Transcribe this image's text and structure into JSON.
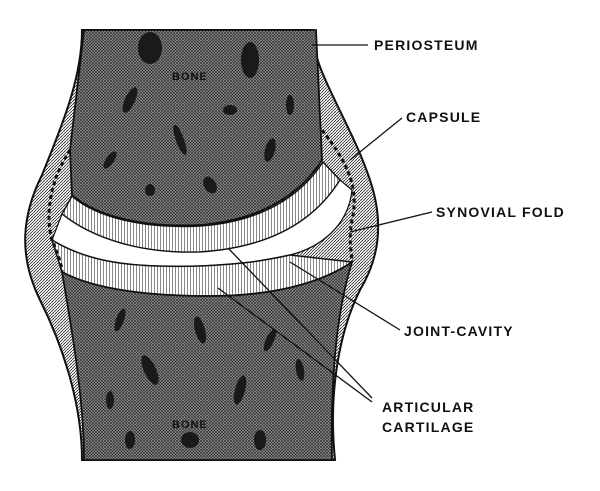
{
  "labels": {
    "periosteum": "PERIOSTEUM",
    "capsule": "CAPSULE",
    "synovial_fold": "SYNOVIAL FOLD",
    "joint_cavity": "JOINT-CAVITY",
    "articular_cartilage_line1": "ARTICULAR",
    "articular_cartilage_line2": "CARTILAGE",
    "bone_upper": "BONE",
    "bone_lower": "BONE"
  },
  "colors": {
    "ink": "#111111",
    "paper": "#ffffff",
    "bone_fill": "#8a8a8a"
  }
}
